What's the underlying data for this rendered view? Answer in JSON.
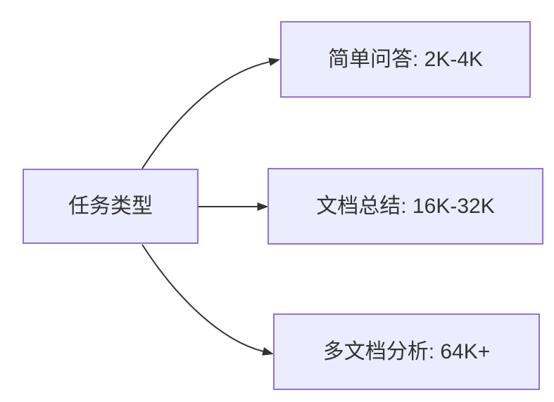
{
  "diagram": {
    "type": "flowchart-LR",
    "background_color": "#ffffff",
    "node_fill_color": "#ECECFF",
    "node_border_color": "#9370DB",
    "edge_color": "#333333",
    "text_color": "#333333",
    "nodes": [
      {
        "id": "task-type",
        "label": "任务类型"
      },
      {
        "id": "simple-qa",
        "label": "简单问答: 2K-4K"
      },
      {
        "id": "doc-summary",
        "label": "文档总结: 16K-32K"
      },
      {
        "id": "multi-doc-analysis",
        "label": "多文档分析: 64K+"
      }
    ],
    "edges": [
      {
        "from": "task-type",
        "to": "simple-qa"
      },
      {
        "from": "task-type",
        "to": "doc-summary"
      },
      {
        "from": "task-type",
        "to": "multi-doc-analysis"
      }
    ]
  }
}
